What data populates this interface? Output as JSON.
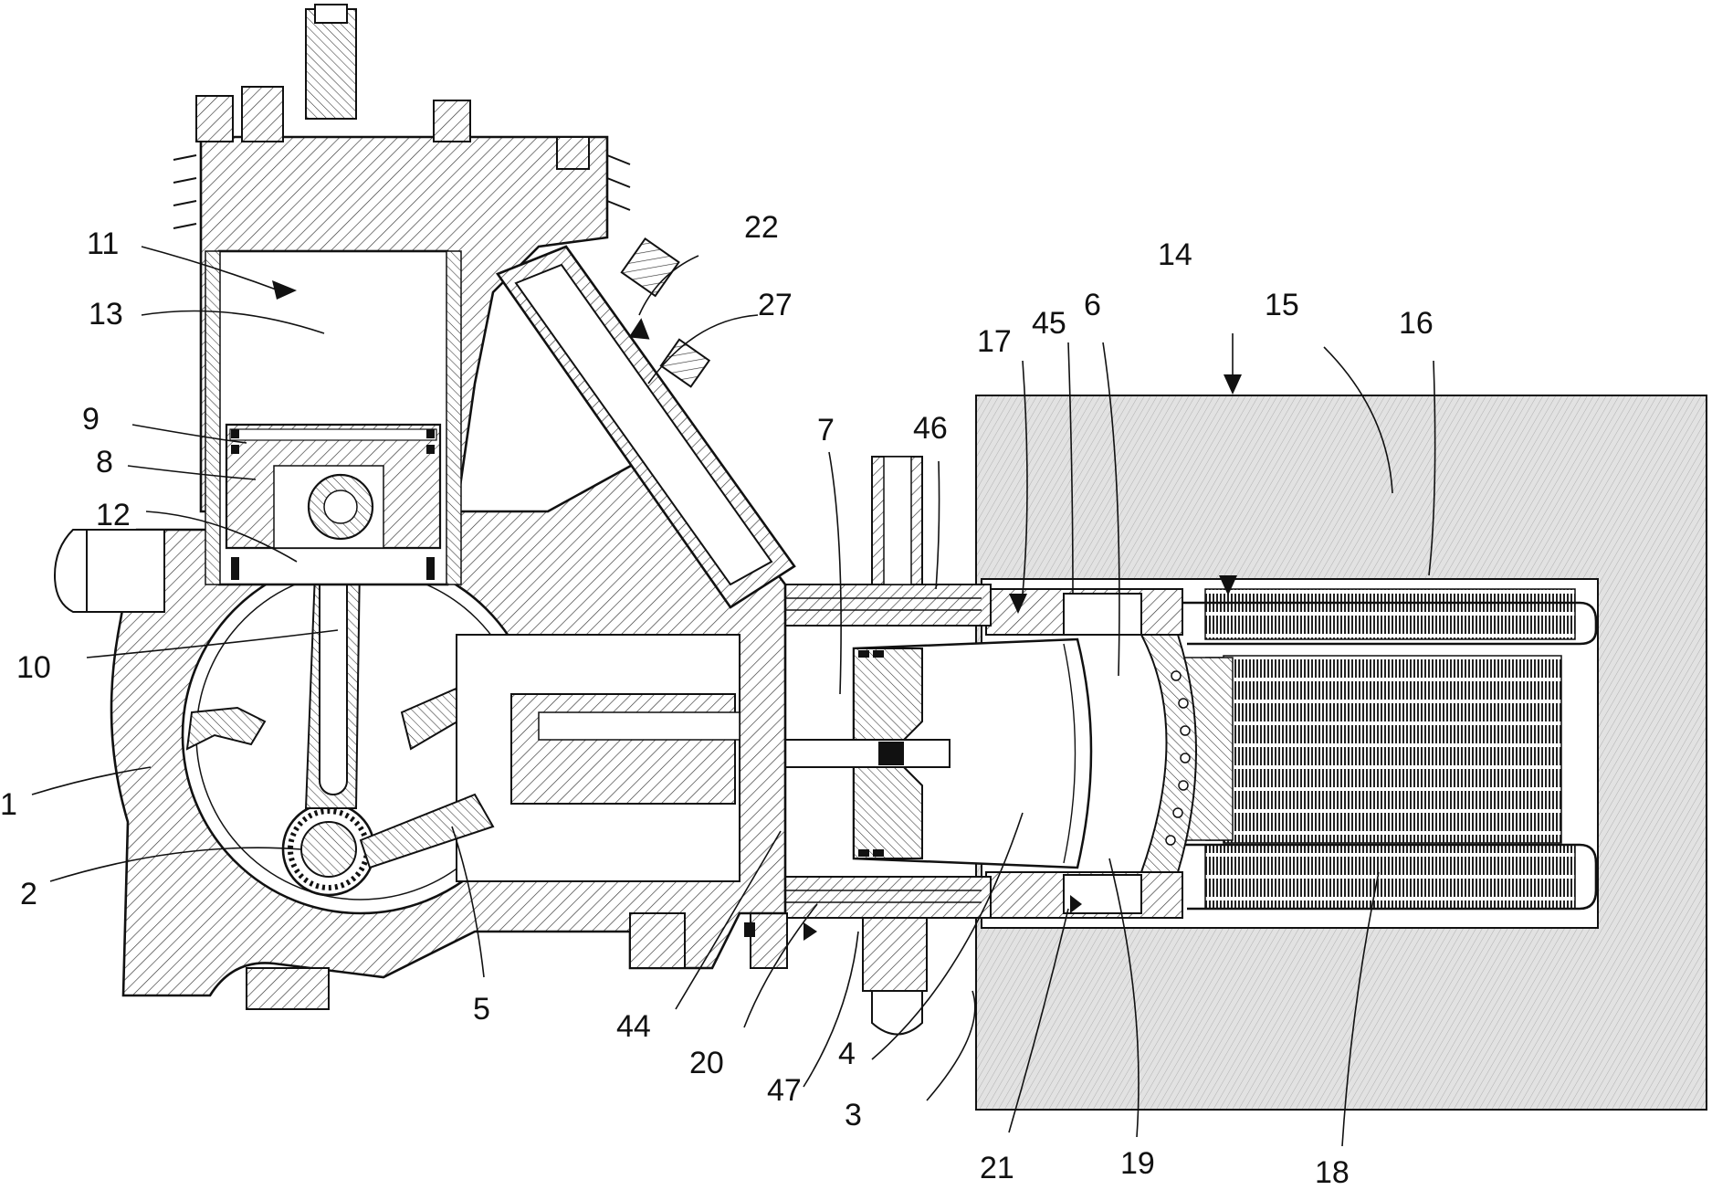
{
  "figure": {
    "labels": {
      "n1": "1",
      "n2": "2",
      "n3": "3",
      "n4": "4",
      "n5": "5",
      "n6": "6",
      "n7": "7",
      "n8": "8",
      "n9": "9",
      "n10": "10",
      "n11": "11",
      "n12": "12",
      "n13": "13",
      "n14": "14",
      "n15": "15",
      "n16": "16",
      "n17": "17",
      "n18": "18",
      "n19": "19",
      "n20": "20",
      "n21": "21",
      "n22": "22",
      "n27": "27",
      "n44": "44",
      "n45": "45",
      "n46": "46",
      "n47": "47"
    }
  }
}
